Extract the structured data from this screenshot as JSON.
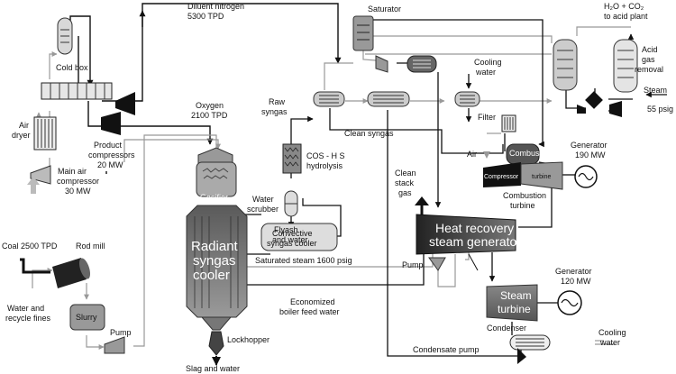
{
  "labels": {
    "diluent_nitrogen": [
      "Diluent nitrogen",
      "5300 TPD"
    ],
    "saturator": "Saturator",
    "h2o_co2": "H₂O + CO₂",
    "to_acid_plant": "to acid plant",
    "acid_gas_removal": [
      "Acid",
      "gas",
      "removal"
    ],
    "steam_55": [
      "Steam",
      "55 psig"
    ],
    "cold_box": "Cold box",
    "air_dryer": [
      "Air",
      "dryer"
    ],
    "main_air_compressor": [
      "Main air",
      "compressor",
      "30 MW"
    ],
    "product_compressors": [
      "Product",
      "compressors",
      "20 MW"
    ],
    "oxygen": [
      "Oxygen",
      "2100 TPD"
    ],
    "raw_syngas": [
      "Raw",
      "syngas"
    ],
    "clean_syngas": "Clean syngas",
    "cooling_water_top": [
      "Cooling",
      "water"
    ],
    "filter": "Filter",
    "air": "Air",
    "combustor": "Combustor",
    "compressor": "Compressor",
    "turbine": "turbine",
    "generator_190": [
      "Generator",
      "190 MW"
    ],
    "combustion_turbine": [
      "Combustion",
      "turbine"
    ],
    "cos_hydrolysis": [
      "COS - H S",
      "hydrolysis"
    ],
    "clean_stack_gas": [
      "Clean",
      "stack",
      "gas"
    ],
    "gasifier": "Gasifier",
    "water_scrubber": [
      "Water",
      "scrubber"
    ],
    "hrsg": [
      "Heat recovery",
      "steam generator"
    ],
    "flyash": [
      "Flyash",
      "and water"
    ],
    "radiant": [
      "Radiant",
      "syngas",
      "cooler"
    ],
    "convective": [
      "Convective",
      "syngas cooler"
    ],
    "saturated_steam": "Saturated steam 1600 psig",
    "pump_mid": "Pump",
    "generator_120": [
      "Generator",
      "120 MW"
    ],
    "steam_turbine": [
      "Steam",
      "turbine"
    ],
    "coal": "Coal 2500 TPD",
    "rod_mill": "Rod mill",
    "water_fines": [
      "Water and",
      "recycle fines"
    ],
    "slurry": "Slurry",
    "economized": [
      "Economized",
      "boiler feed water"
    ],
    "condenser": "Condenser",
    "cooling_water_bottom": [
      "Cooling",
      "water"
    ],
    "pump_bottom": "Pump",
    "lockhopper": "Lockhopper",
    "condensate_pump": "Condensate pump",
    "slag_water": "Slag and water"
  },
  "colors": {
    "dark": "#1e1e1e",
    "medium": "#6e6e6e",
    "light": "#c8c8c8",
    "flow_gray": "#9a9a9a",
    "flow_dark": "#111111"
  }
}
